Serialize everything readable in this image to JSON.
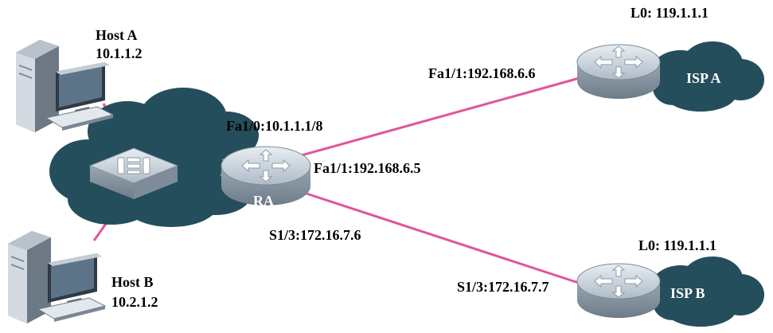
{
  "colors": {
    "link": "#e0559b",
    "cloud": "#244e5b",
    "device_top": "#c9d3dc",
    "device_side": "#8a98a6"
  },
  "hosts": {
    "a": {
      "name": "Host  A",
      "ip": "10.1.1.2",
      "icon": "desktop-computer-icon"
    },
    "b": {
      "name": "Host  B",
      "ip": "10.2.1.2",
      "icon": "desktop-computer-icon"
    }
  },
  "switch": {
    "icon": "layer3-switch-icon"
  },
  "routers": {
    "ra": {
      "name": "RA",
      "icon": "router-icon"
    },
    "isp_a": {
      "icon": "router-icon"
    },
    "isp_b": {
      "icon": "router-icon"
    }
  },
  "isp_a": {
    "cloud_label": "ISP A",
    "loopback": "L0:  119.1.1.1"
  },
  "isp_b": {
    "cloud_label": "ISP B",
    "loopback": "L0:  119.1.1.1"
  },
  "interfaces": {
    "ra_fa10": "Fa1/0:10.1.1.1/8",
    "ra_fa11": "Fa1/1:192.168.6.5",
    "ra_s13": "S1/3:172.16.7.6",
    "ispa_fa11": "Fa1/1:192.168.6.6",
    "ispb_s13": "S1/3:172.16.7.7"
  }
}
